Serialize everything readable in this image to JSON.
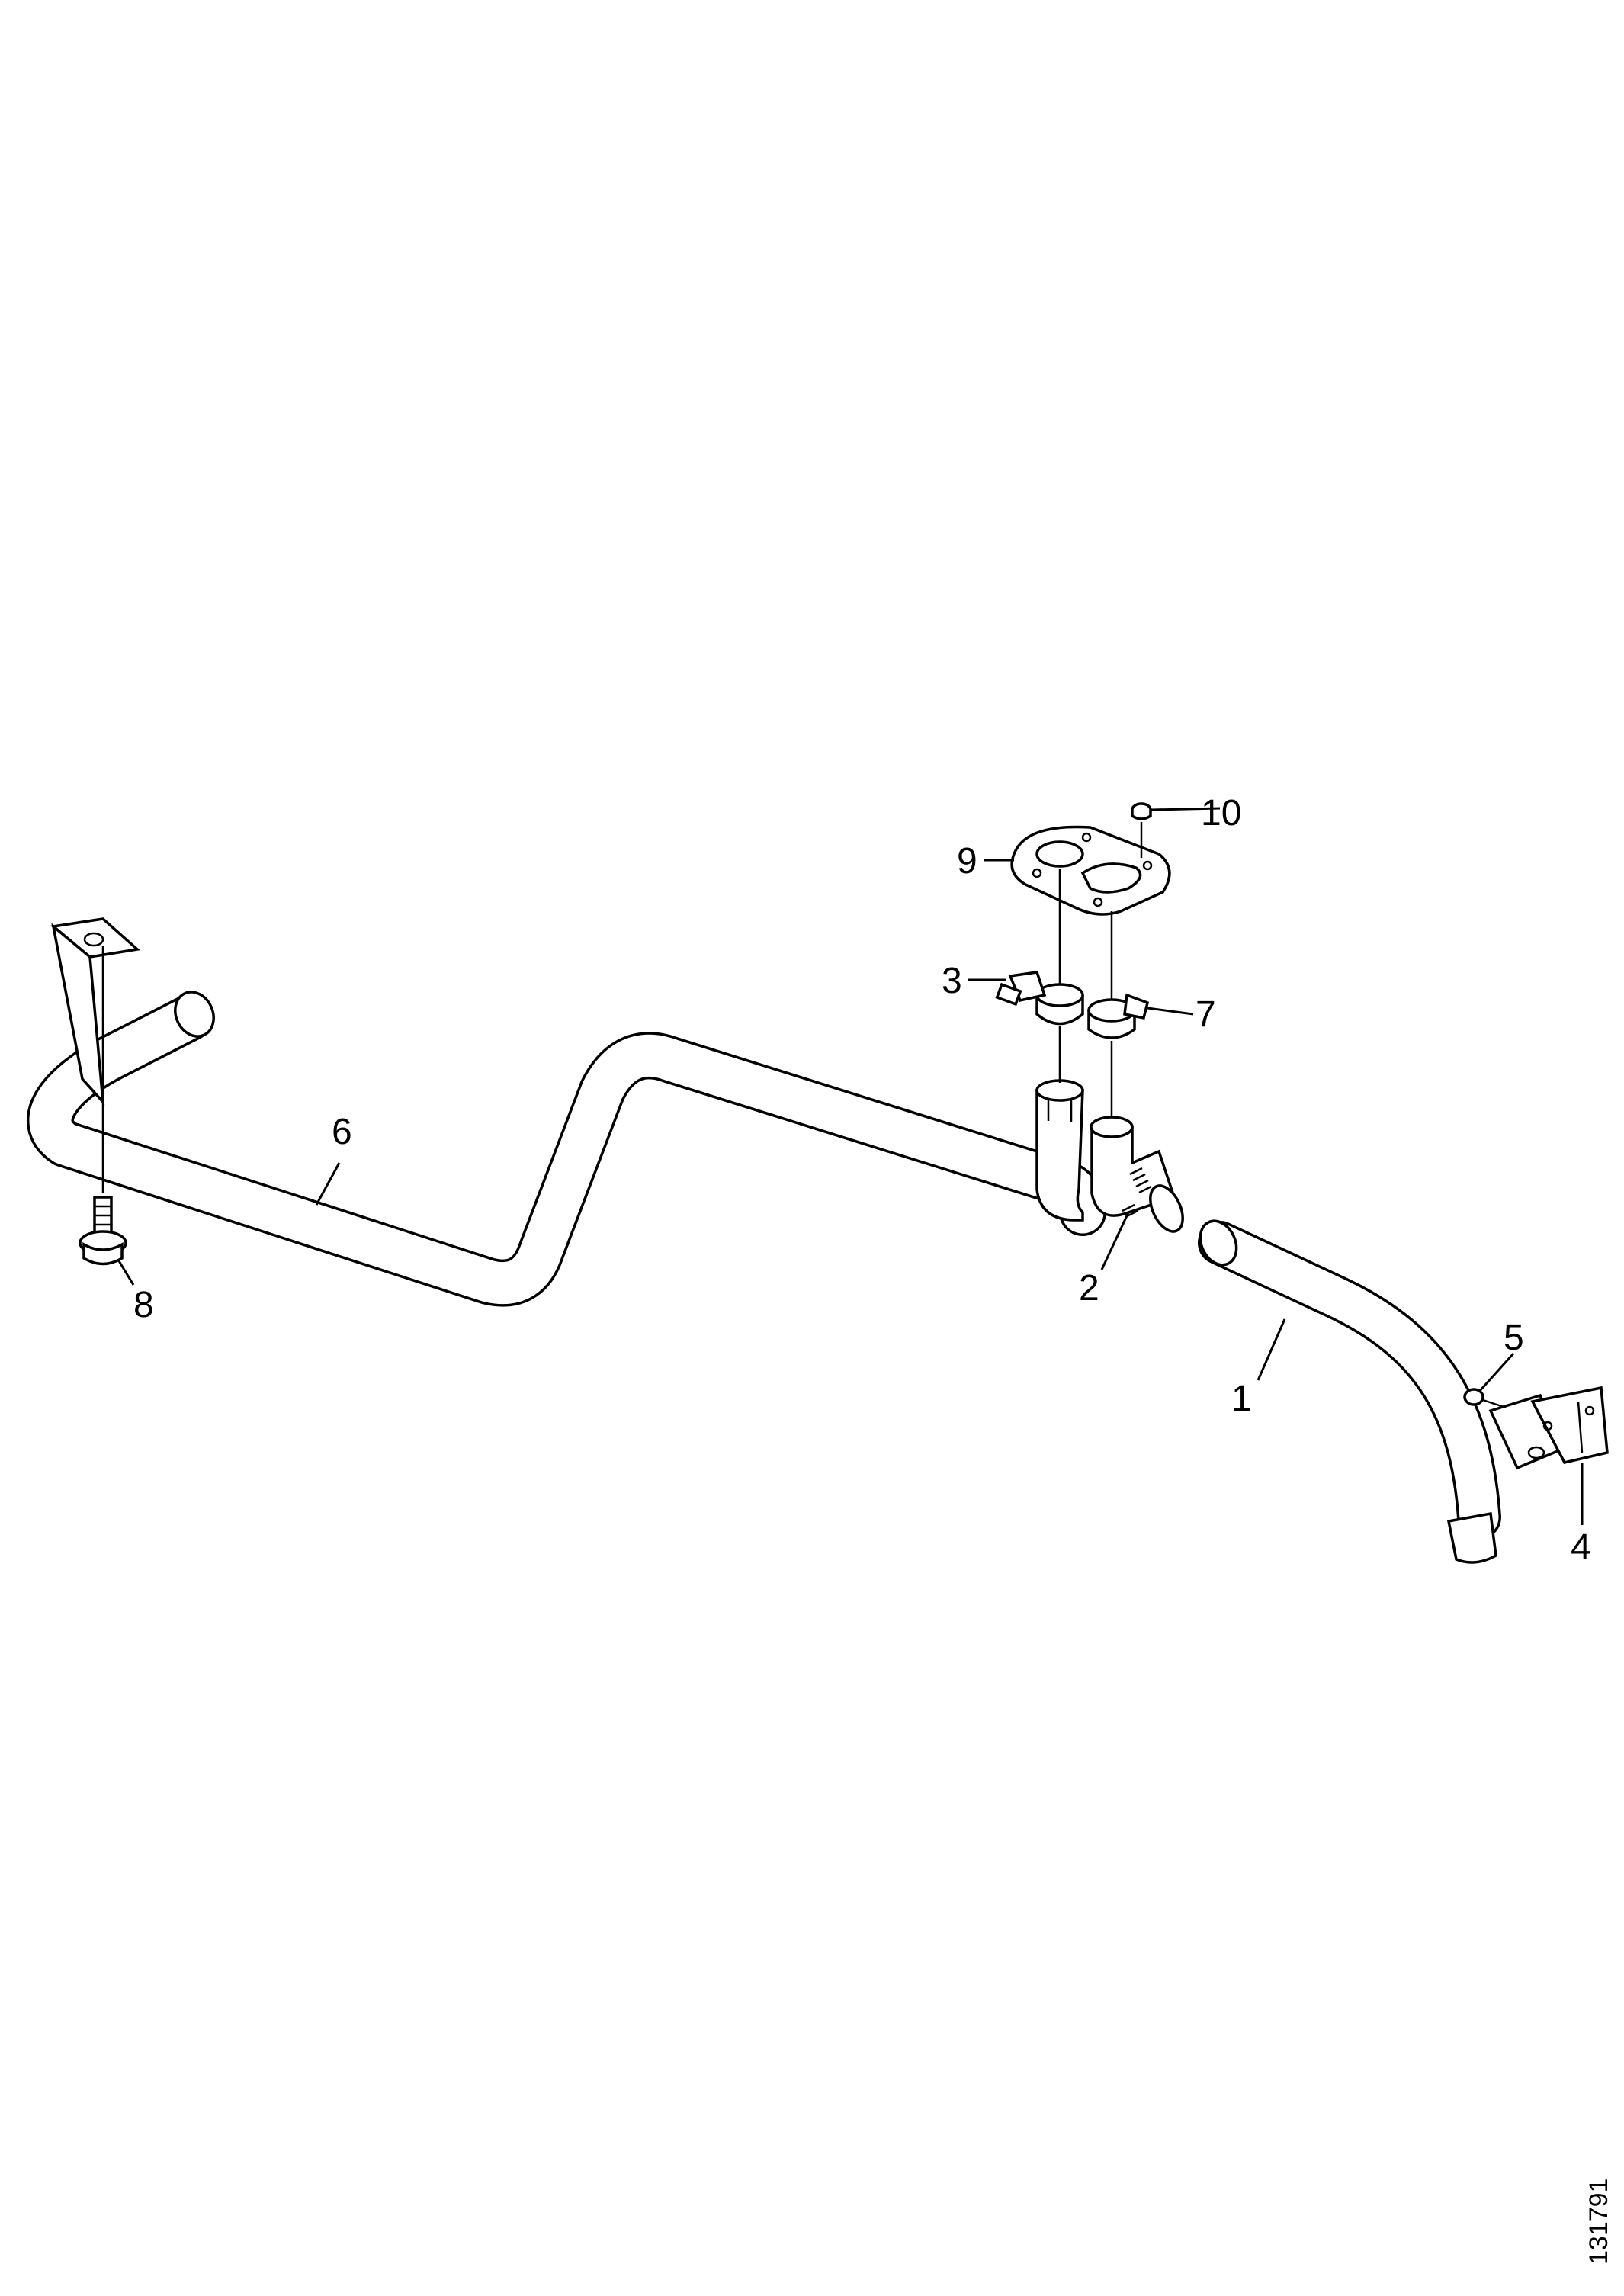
{
  "callouts": [
    {
      "id": "1",
      "label": "1"
    },
    {
      "id": "2",
      "label": "2"
    },
    {
      "id": "3",
      "label": "3"
    },
    {
      "id": "4",
      "label": "4"
    },
    {
      "id": "5",
      "label": "5"
    },
    {
      "id": "6",
      "label": "6"
    },
    {
      "id": "7",
      "label": "7"
    },
    {
      "id": "8",
      "label": "8"
    },
    {
      "id": "9",
      "label": "9"
    },
    {
      "id": "10",
      "label": "10"
    }
  ],
  "figure_number": "131791"
}
